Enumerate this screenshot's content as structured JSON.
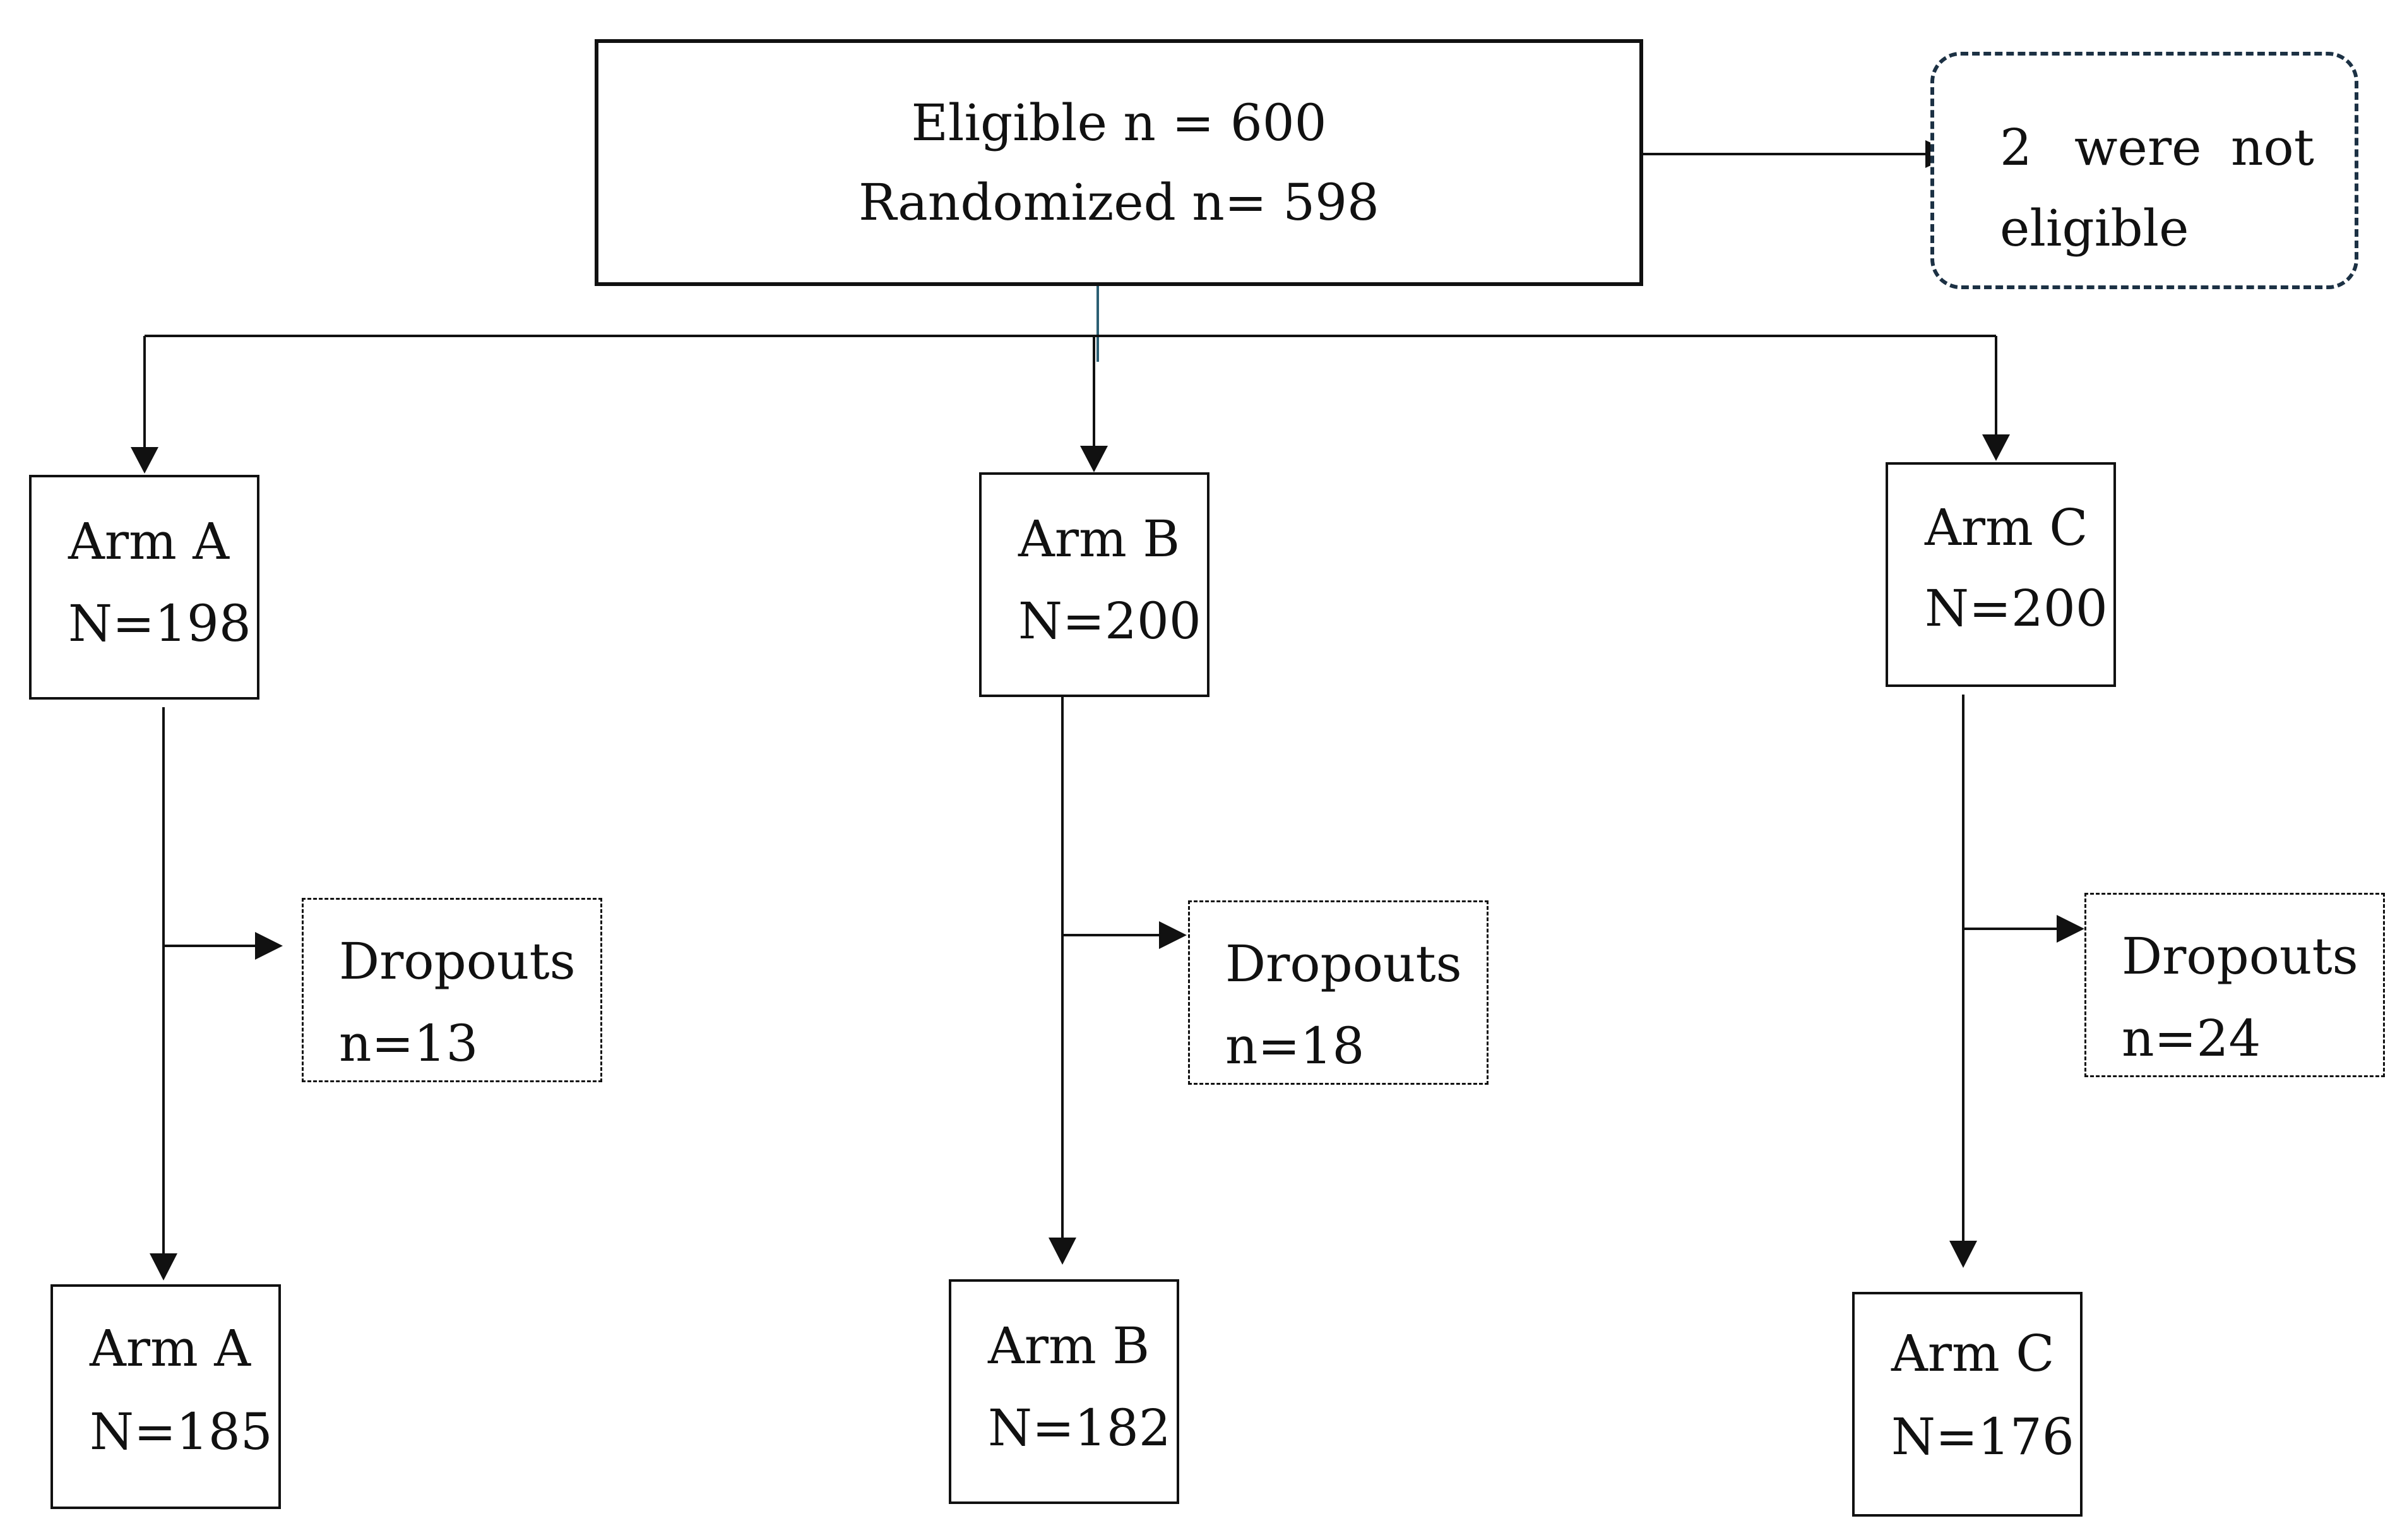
{
  "top_box": {
    "line1": "Eligible n = 600",
    "line2": "Randomized n= 598"
  },
  "excluded_box": {
    "word1": "2",
    "word2": "were",
    "word3": "not",
    "line2": "eligible"
  },
  "arms": [
    {
      "label": "Arm A",
      "n": "N=198"
    },
    {
      "label": "Arm B",
      "n": "N=200"
    },
    {
      "label": "Arm C",
      "n": "N=200"
    }
  ],
  "dropouts": [
    {
      "label": "Dropouts",
      "n": "n=13"
    },
    {
      "label": "Dropouts",
      "n": "n=18"
    },
    {
      "label": "Dropouts",
      "n": "n=24"
    }
  ],
  "final_arms": [
    {
      "label": "Arm A",
      "n": "N=185"
    },
    {
      "label": "Arm B",
      "n": "N=182"
    },
    {
      "label": "Arm C",
      "n": "N=176"
    }
  ],
  "colors": {
    "line": "#111111",
    "rounded_border": "#1c3144",
    "center_stub": "#2b5f73"
  }
}
